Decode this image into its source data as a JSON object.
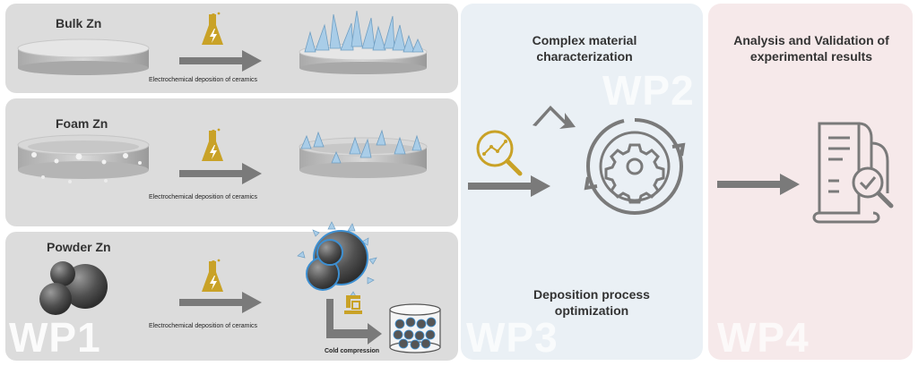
{
  "wp1": {
    "rows": [
      {
        "title": "Bulk Zn",
        "caption": "Electrochemical deposition of ceramics"
      },
      {
        "title": "Foam Zn",
        "caption": "Electrochemical deposition of ceramics"
      },
      {
        "title": "Powder Zn",
        "caption": "Electrochemical deposition of ceramics"
      }
    ],
    "cold_compression": "Cold compression",
    "label": "WP1"
  },
  "wp2": {
    "heading": "Complex material characterization",
    "label": "WP2"
  },
  "wp3": {
    "heading": "Deposition process optimization",
    "label": "WP3"
  },
  "wp4": {
    "heading": "Analysis and Validation of experimental results",
    "label": "WP4"
  },
  "colors": {
    "gold": "#c9a227",
    "arrow_gray": "#7a7a7a",
    "crystal_blue": "#a9cde8",
    "panel_gray": "#dcdcdc",
    "panel_blue": "#eaf0f5",
    "panel_pink": "#f6e9ea"
  },
  "icons": [
    "flask-lightning-icon",
    "magnifier-chart-icon",
    "gear-cycle-icon",
    "document-check-icon",
    "compression-icon"
  ]
}
